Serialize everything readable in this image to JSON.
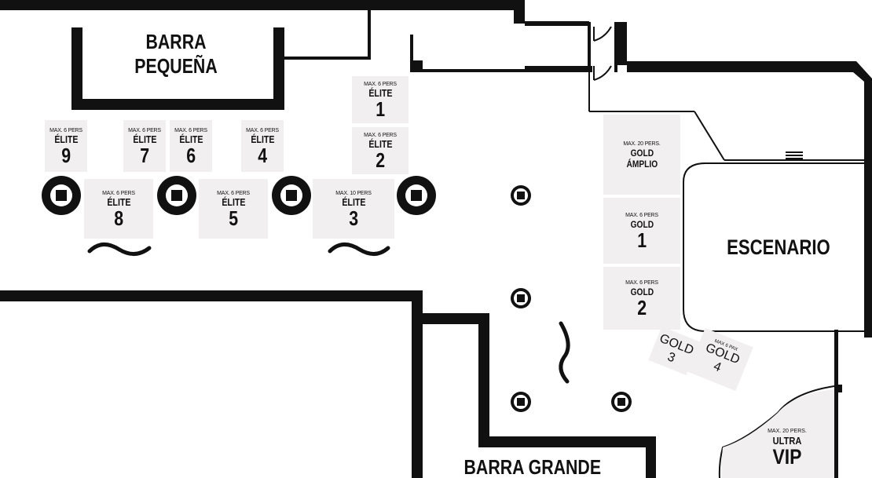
{
  "areas": {
    "barra_pequena": [
      "BARRA",
      "PEQUEÑA"
    ],
    "barra_grande": "BARRA GRANDE",
    "escenario": "ESCENARIO"
  },
  "tables": {
    "elite1": {
      "cap": "MAX. 6 PERS",
      "level": "ÉLITE",
      "num": "1"
    },
    "elite2": {
      "cap": "MAX. 6 PERS",
      "level": "ÉLITE",
      "num": "2"
    },
    "elite3": {
      "cap": "MAX. 10 PERS",
      "level": "ÉLITE",
      "num": "3"
    },
    "elite4": {
      "cap": "MAX. 6 PERS",
      "level": "ÉLITE",
      "num": "4"
    },
    "elite5": {
      "cap": "MAX. 6 PERS",
      "level": "ÉLITE",
      "num": "5"
    },
    "elite6": {
      "cap": "MAX. 6 PERS",
      "level": "ÉLITE",
      "num": "6"
    },
    "elite7": {
      "cap": "MAX. 6 PERS",
      "level": "ÉLITE",
      "num": "7"
    },
    "elite8": {
      "cap": "MAX. 6 PERS",
      "level": "ÉLITE",
      "num": "8"
    },
    "elite9": {
      "cap": "MAX. 6 PERS",
      "level": "ÉLITE",
      "num": "9"
    },
    "gold_amplio": {
      "cap": "MAX. 20 PERS.",
      "level": "GOLD",
      "sub": "ÁMPLIO"
    },
    "gold1": {
      "cap": "MAX. 6 PERS",
      "level": "GOLD",
      "num": "1"
    },
    "gold2": {
      "cap": "MAX. 6 PERS",
      "level": "GOLD",
      "num": "2"
    },
    "gold3": {
      "level": "GOLD",
      "num": "3"
    },
    "gold4": {
      "cap": "MAX 6 PAX",
      "level": "GOLD",
      "num": "4"
    },
    "ultra_vip": {
      "cap": "MAX. 20 PERS.",
      "level": "ULTRA",
      "num": "VIP"
    }
  },
  "colors": {
    "wall": "#111111",
    "table": "#f1efef",
    "background": "#ffffff"
  }
}
